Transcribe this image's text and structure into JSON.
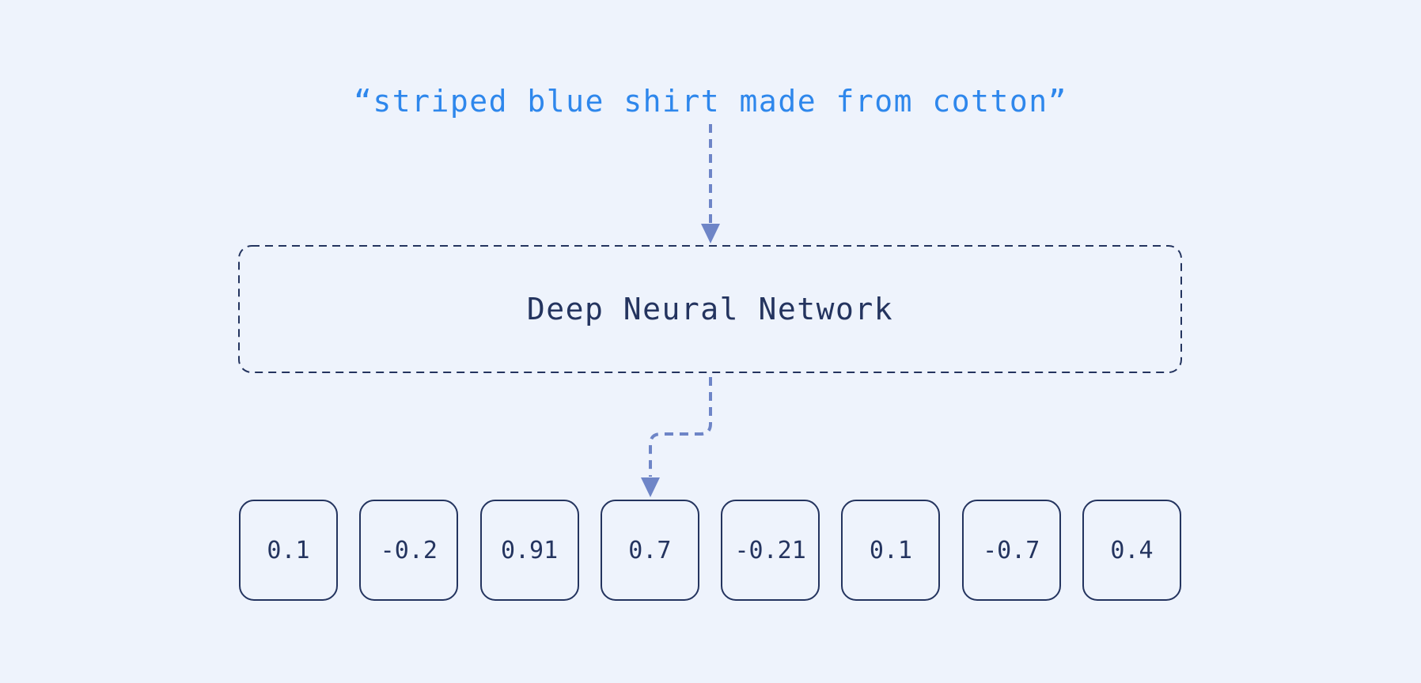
{
  "input": {
    "text": "“striped blue shirt made from cotton”"
  },
  "network": {
    "label": "Deep Neural Network"
  },
  "embedding": {
    "values": [
      "0.1",
      "-0.2",
      "0.91",
      "0.7",
      "-0.21",
      "0.1",
      "-0.7",
      "0.4"
    ]
  },
  "icons": {
    "arrow_input_to_network": "arrow-down-icon",
    "arrow_network_to_embedding": "arrow-down-icon"
  },
  "colors": {
    "background": "#eef3fc",
    "input_text": "#2e87ec",
    "navy": "#24345f",
    "arrow": "#6e85c7"
  }
}
